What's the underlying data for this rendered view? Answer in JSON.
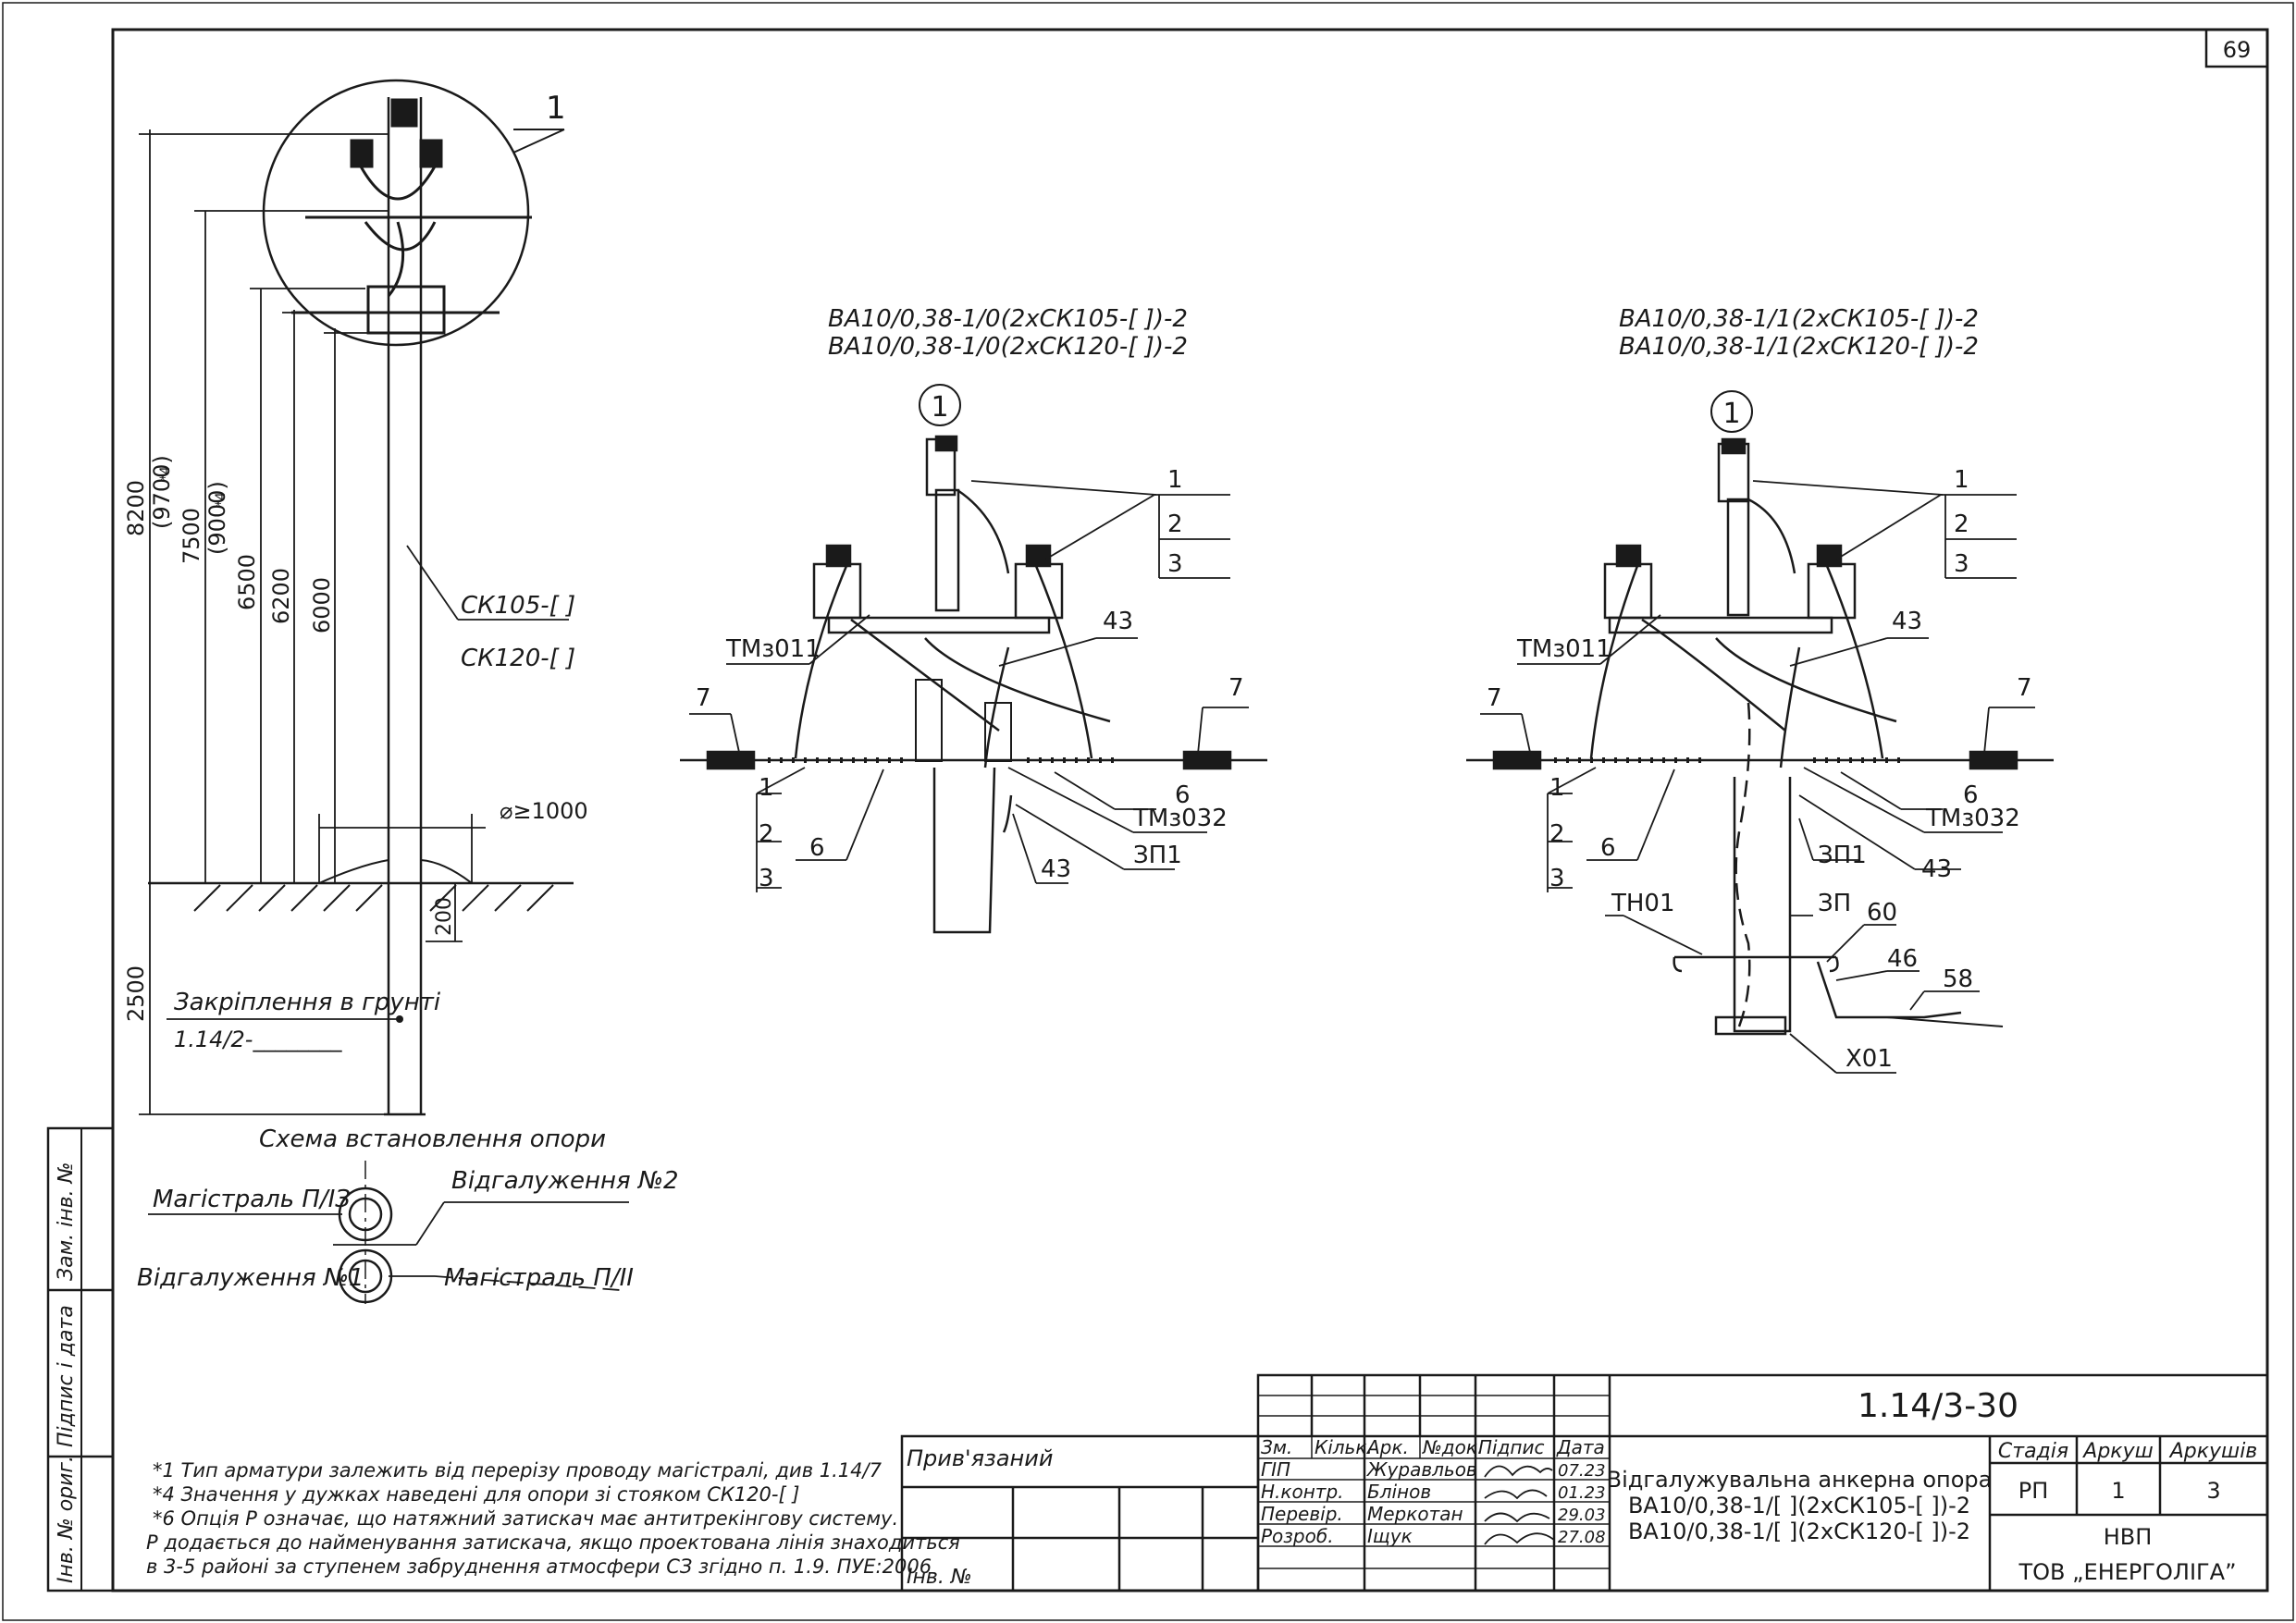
{
  "sheet_number": "69",
  "left_stamps": [
    "Інв. № ориг.",
    "Підпис і дата",
    "Зам. інв. №"
  ],
  "pole_view": {
    "callout": "1",
    "heights": [
      "8200",
      "(9700)",
      "*4",
      "7500",
      "(9000)",
      "*4",
      "6500",
      "6200",
      "6000"
    ],
    "underground": "2500",
    "depth": "200",
    "diameter": "⌀≥1000",
    "pole_types": [
      "СК105-[  ]",
      "СК120-[  ]"
    ],
    "anchoring_label": "Закріплення в грунті",
    "anchoring_ref": "1.14/2-________"
  },
  "scheme": {
    "title": "Схема встановлення опори",
    "main_top": "Магістраль П/ІЗ",
    "branch_2": "Відгалуження №2",
    "branch_1": "Відгалуження №1",
    "main_bottom": "Магістраль П/ІІ"
  },
  "detail_left": {
    "title_1": "ВА10/0,38-1/0(2хСК105-[  ])-2",
    "title_2": "ВА10/0,38-1/0(2хСК120-[  ])-2",
    "callout": "1",
    "labels": {
      "r1": "1",
      "r2": "2",
      "r3": "3",
      "tm011": "ТМз011",
      "n43a": "43",
      "n7a": "7",
      "n7b": "7",
      "l1": "1",
      "l2": "2",
      "l3": "3",
      "n6a": "6",
      "n6b": "6",
      "tm032": "ТМз032",
      "zp1": "ЗП1",
      "n43b": "43"
    }
  },
  "detail_right": {
    "title_1": "ВА10/0,38-1/1(2хСК105-[  ])-2",
    "title_2": "ВА10/0,38-1/1(2хСК120-[  ])-2",
    "callout": "1",
    "labels": {
      "r1": "1",
      "r2": "2",
      "r3": "3",
      "tm011": "ТМз011",
      "n43a": "43",
      "n7a": "7",
      "n7b": "7",
      "l1": "1",
      "l2": "2",
      "l3": "3",
      "n6a": "6",
      "n6b": "6",
      "tm032": "ТМз032",
      "zp1": "ЗП1",
      "n43b": "43",
      "tn01": "ТН01",
      "zp": "ЗП",
      "n60": "60",
      "n46": "46",
      "n58": "58",
      "x01": "Х01"
    }
  },
  "notes": [
    "*1 Тип арматури залежить від перерізу проводу магістралі, див 1.14/7",
    "*4 Значення у дужках наведені для опори зі стояком СК120-[  ]",
    "*6 Опція Р означає, що натяжний затискач має антитрекінгову систему.",
    "Р додається до найменування затискача, якщо проектована лінія знаходиться",
    "в 3-5 районі за ступенем забруднення атмосфери СЗ згідно п. 1.9. ПУЕ:2006"
  ],
  "title_block": {
    "attached_label": "Прив'язаний",
    "inv_label": "Інв. №",
    "headers": [
      "Зм.",
      "Кільк.",
      "Арк.",
      "№док.",
      "Підпис",
      "Дата"
    ],
    "roles": [
      "ГІП",
      "Н.контр.",
      "Перевір.",
      "Розроб."
    ],
    "names": [
      "Журавльов",
      "Блінов",
      "Меркотан",
      "Іщук"
    ],
    "dates": [
      "07.23",
      "01.23",
      "29.03",
      "27.08"
    ],
    "code": "1.14/3-30",
    "description_1": "Відгалужувальна анкерна опора",
    "description_2": "ВА10/0,38-1/[  ](2хСК105-[  ])-2",
    "description_3": "ВА10/0,38-1/[  ](2хСК120-[  ])-2",
    "stage_label": "Стадія",
    "sheet_label": "Аркуш",
    "sheets_label": "Аркушів",
    "stage": "РП",
    "sheet": "1",
    "sheets": "3",
    "org_1": "НВП",
    "org_2": "ТОВ „ЕНЕРГОЛІГА”"
  }
}
